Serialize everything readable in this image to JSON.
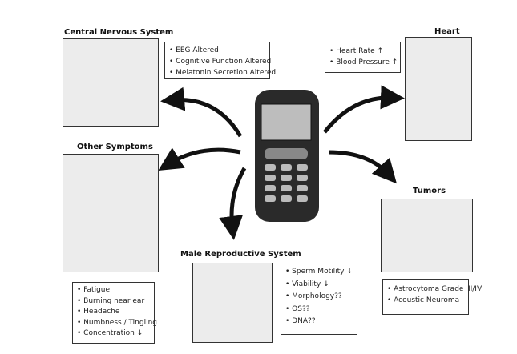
{
  "sections": {
    "cns": {
      "title": "Central Nervous System",
      "items": [
        "• EEG Altered",
        "• Cognitive Function Altered",
        "• Melatonin Secretion Altered"
      ]
    },
    "heart": {
      "title": "Heart",
      "items": [
        "• Heart Rate ↑",
        "• Blood Pressure ↑"
      ]
    },
    "other": {
      "title": "Other Symptoms",
      "items": [
        "• Fatigue",
        "• Burning near ear",
        "• Headache",
        "• Numbness / Tingling",
        "• Concentration ↓"
      ]
    },
    "male": {
      "title": "Male Reproductive System",
      "items": [
        "• Sperm Motility ↓",
        "• Viability ↓",
        "• Morphology??",
        "• OS??",
        "• DNA??"
      ]
    },
    "tumors": {
      "title": "Tumors",
      "items": [
        "• Astrocytoma Grade III/IV",
        "• Acoustic Neuroma"
      ]
    }
  }
}
